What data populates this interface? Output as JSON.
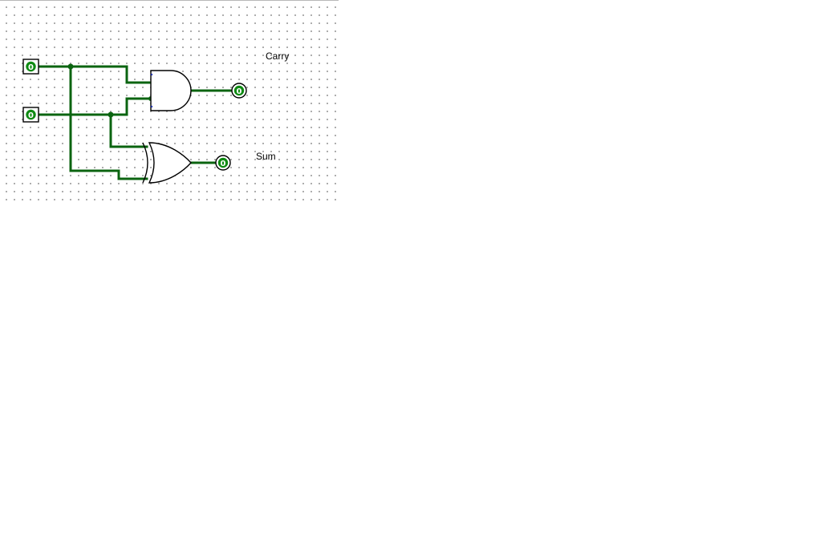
{
  "labels": {
    "carry": "Carry",
    "sum": "Sum"
  },
  "inputs": [
    {
      "value": "0"
    },
    {
      "value": "0"
    }
  ],
  "outputs": [
    {
      "value": "0"
    },
    {
      "value": "0"
    }
  ],
  "colors": {
    "wire": "#0b6410",
    "pin": "#0e8a12"
  }
}
